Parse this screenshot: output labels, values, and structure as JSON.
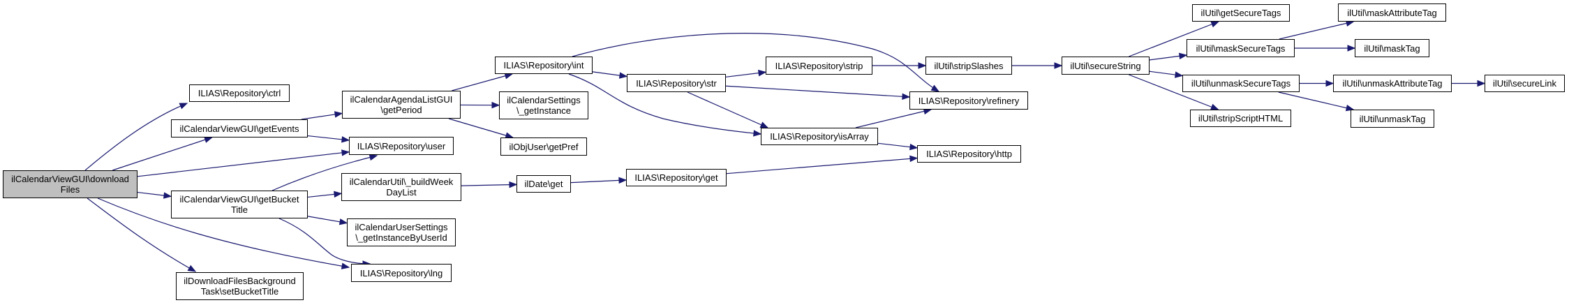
{
  "graph": {
    "type": "call-graph",
    "edge_color": "#191970",
    "root_fill": "#bfbfbf",
    "nodes": [
      {
        "id": "downloadFiles",
        "label": "ilCalendarViewGUI\\download\nFiles",
        "root": true
      },
      {
        "id": "ctrl",
        "label": "ILIAS\\Repository\\ctrl"
      },
      {
        "id": "getEvents",
        "label": "ilCalendarViewGUI\\getEvents"
      },
      {
        "id": "getBucketTitle",
        "label": "ilCalendarViewGUI\\getBucket\nTitle"
      },
      {
        "id": "setBucketTitle",
        "label": "ilDownloadFilesBackground\nTask\\setBucketTitle"
      },
      {
        "id": "getPeriod",
        "label": "ilCalendarAgendaListGUI\n\\getPeriod"
      },
      {
        "id": "user",
        "label": "ILIAS\\Repository\\user"
      },
      {
        "id": "buildWeekDayList",
        "label": "ilCalendarUtil\\_buildWeek\nDayList"
      },
      {
        "id": "getInstanceByUserId",
        "label": "ilCalendarUserSettings\n\\_getInstanceByUserId"
      },
      {
        "id": "lng",
        "label": "ILIAS\\Repository\\lng"
      },
      {
        "id": "int",
        "label": "ILIAS\\Repository\\int"
      },
      {
        "id": "getInstance",
        "label": "ilCalendarSettings\n\\_getInstance"
      },
      {
        "id": "getPref",
        "label": "ilObjUser\\getPref"
      },
      {
        "id": "dateGet",
        "label": "ilDate\\get"
      },
      {
        "id": "str",
        "label": "ILIAS\\Repository\\str"
      },
      {
        "id": "repoGet",
        "label": "ILIAS\\Repository\\get"
      },
      {
        "id": "strip",
        "label": "ILIAS\\Repository\\strip"
      },
      {
        "id": "isArray",
        "label": "ILIAS\\Repository\\isArray"
      },
      {
        "id": "stripSlashes",
        "label": "ilUtil\\stripSlashes"
      },
      {
        "id": "refinery",
        "label": "ILIAS\\Repository\\refinery"
      },
      {
        "id": "http",
        "label": "ILIAS\\Repository\\http"
      },
      {
        "id": "secureString",
        "label": "ilUtil\\secureString"
      },
      {
        "id": "getSecureTags",
        "label": "ilUtil\\getSecureTags"
      },
      {
        "id": "maskSecureTags",
        "label": "ilUtil\\maskSecureTags"
      },
      {
        "id": "unmaskSecureTags",
        "label": "ilUtil\\unmaskSecureTags"
      },
      {
        "id": "stripScriptHTML",
        "label": "ilUtil\\stripScriptHTML"
      },
      {
        "id": "maskAttributeTag",
        "label": "ilUtil\\maskAttributeTag"
      },
      {
        "id": "maskTag",
        "label": "ilUtil\\maskTag"
      },
      {
        "id": "unmaskAttributeTag",
        "label": "ilUtil\\unmaskAttributeTag"
      },
      {
        "id": "secureLink",
        "label": "ilUtil\\secureLink"
      },
      {
        "id": "unmaskTag",
        "label": "ilUtil\\unmaskTag"
      }
    ],
    "edges": [
      [
        "downloadFiles",
        "ctrl"
      ],
      [
        "downloadFiles",
        "getEvents"
      ],
      [
        "downloadFiles",
        "user"
      ],
      [
        "downloadFiles",
        "getBucketTitle"
      ],
      [
        "downloadFiles",
        "lng"
      ],
      [
        "downloadFiles",
        "setBucketTitle"
      ],
      [
        "getEvents",
        "getPeriod"
      ],
      [
        "getEvents",
        "user"
      ],
      [
        "getBucketTitle",
        "user"
      ],
      [
        "getBucketTitle",
        "buildWeekDayList"
      ],
      [
        "getBucketTitle",
        "getInstanceByUserId"
      ],
      [
        "getBucketTitle",
        "lng"
      ],
      [
        "getPeriod",
        "int"
      ],
      [
        "getPeriod",
        "getInstance"
      ],
      [
        "getPeriod",
        "getPref"
      ],
      [
        "buildWeekDayList",
        "dateGet"
      ],
      [
        "dateGet",
        "repoGet"
      ],
      [
        "int",
        "str"
      ],
      [
        "int",
        "isArray"
      ],
      [
        "int",
        "refinery"
      ],
      [
        "str",
        "strip"
      ],
      [
        "str",
        "refinery"
      ],
      [
        "str",
        "isArray"
      ],
      [
        "strip",
        "stripSlashes"
      ],
      [
        "isArray",
        "refinery"
      ],
      [
        "isArray",
        "http"
      ],
      [
        "repoGet",
        "http"
      ],
      [
        "stripSlashes",
        "secureString"
      ],
      [
        "secureString",
        "getSecureTags"
      ],
      [
        "secureString",
        "maskSecureTags"
      ],
      [
        "secureString",
        "unmaskSecureTags"
      ],
      [
        "secureString",
        "stripScriptHTML"
      ],
      [
        "maskSecureTags",
        "maskAttributeTag"
      ],
      [
        "maskSecureTags",
        "maskTag"
      ],
      [
        "unmaskSecureTags",
        "unmaskAttributeTag"
      ],
      [
        "unmaskSecureTags",
        "unmaskTag"
      ],
      [
        "unmaskAttributeTag",
        "secureLink"
      ]
    ]
  }
}
